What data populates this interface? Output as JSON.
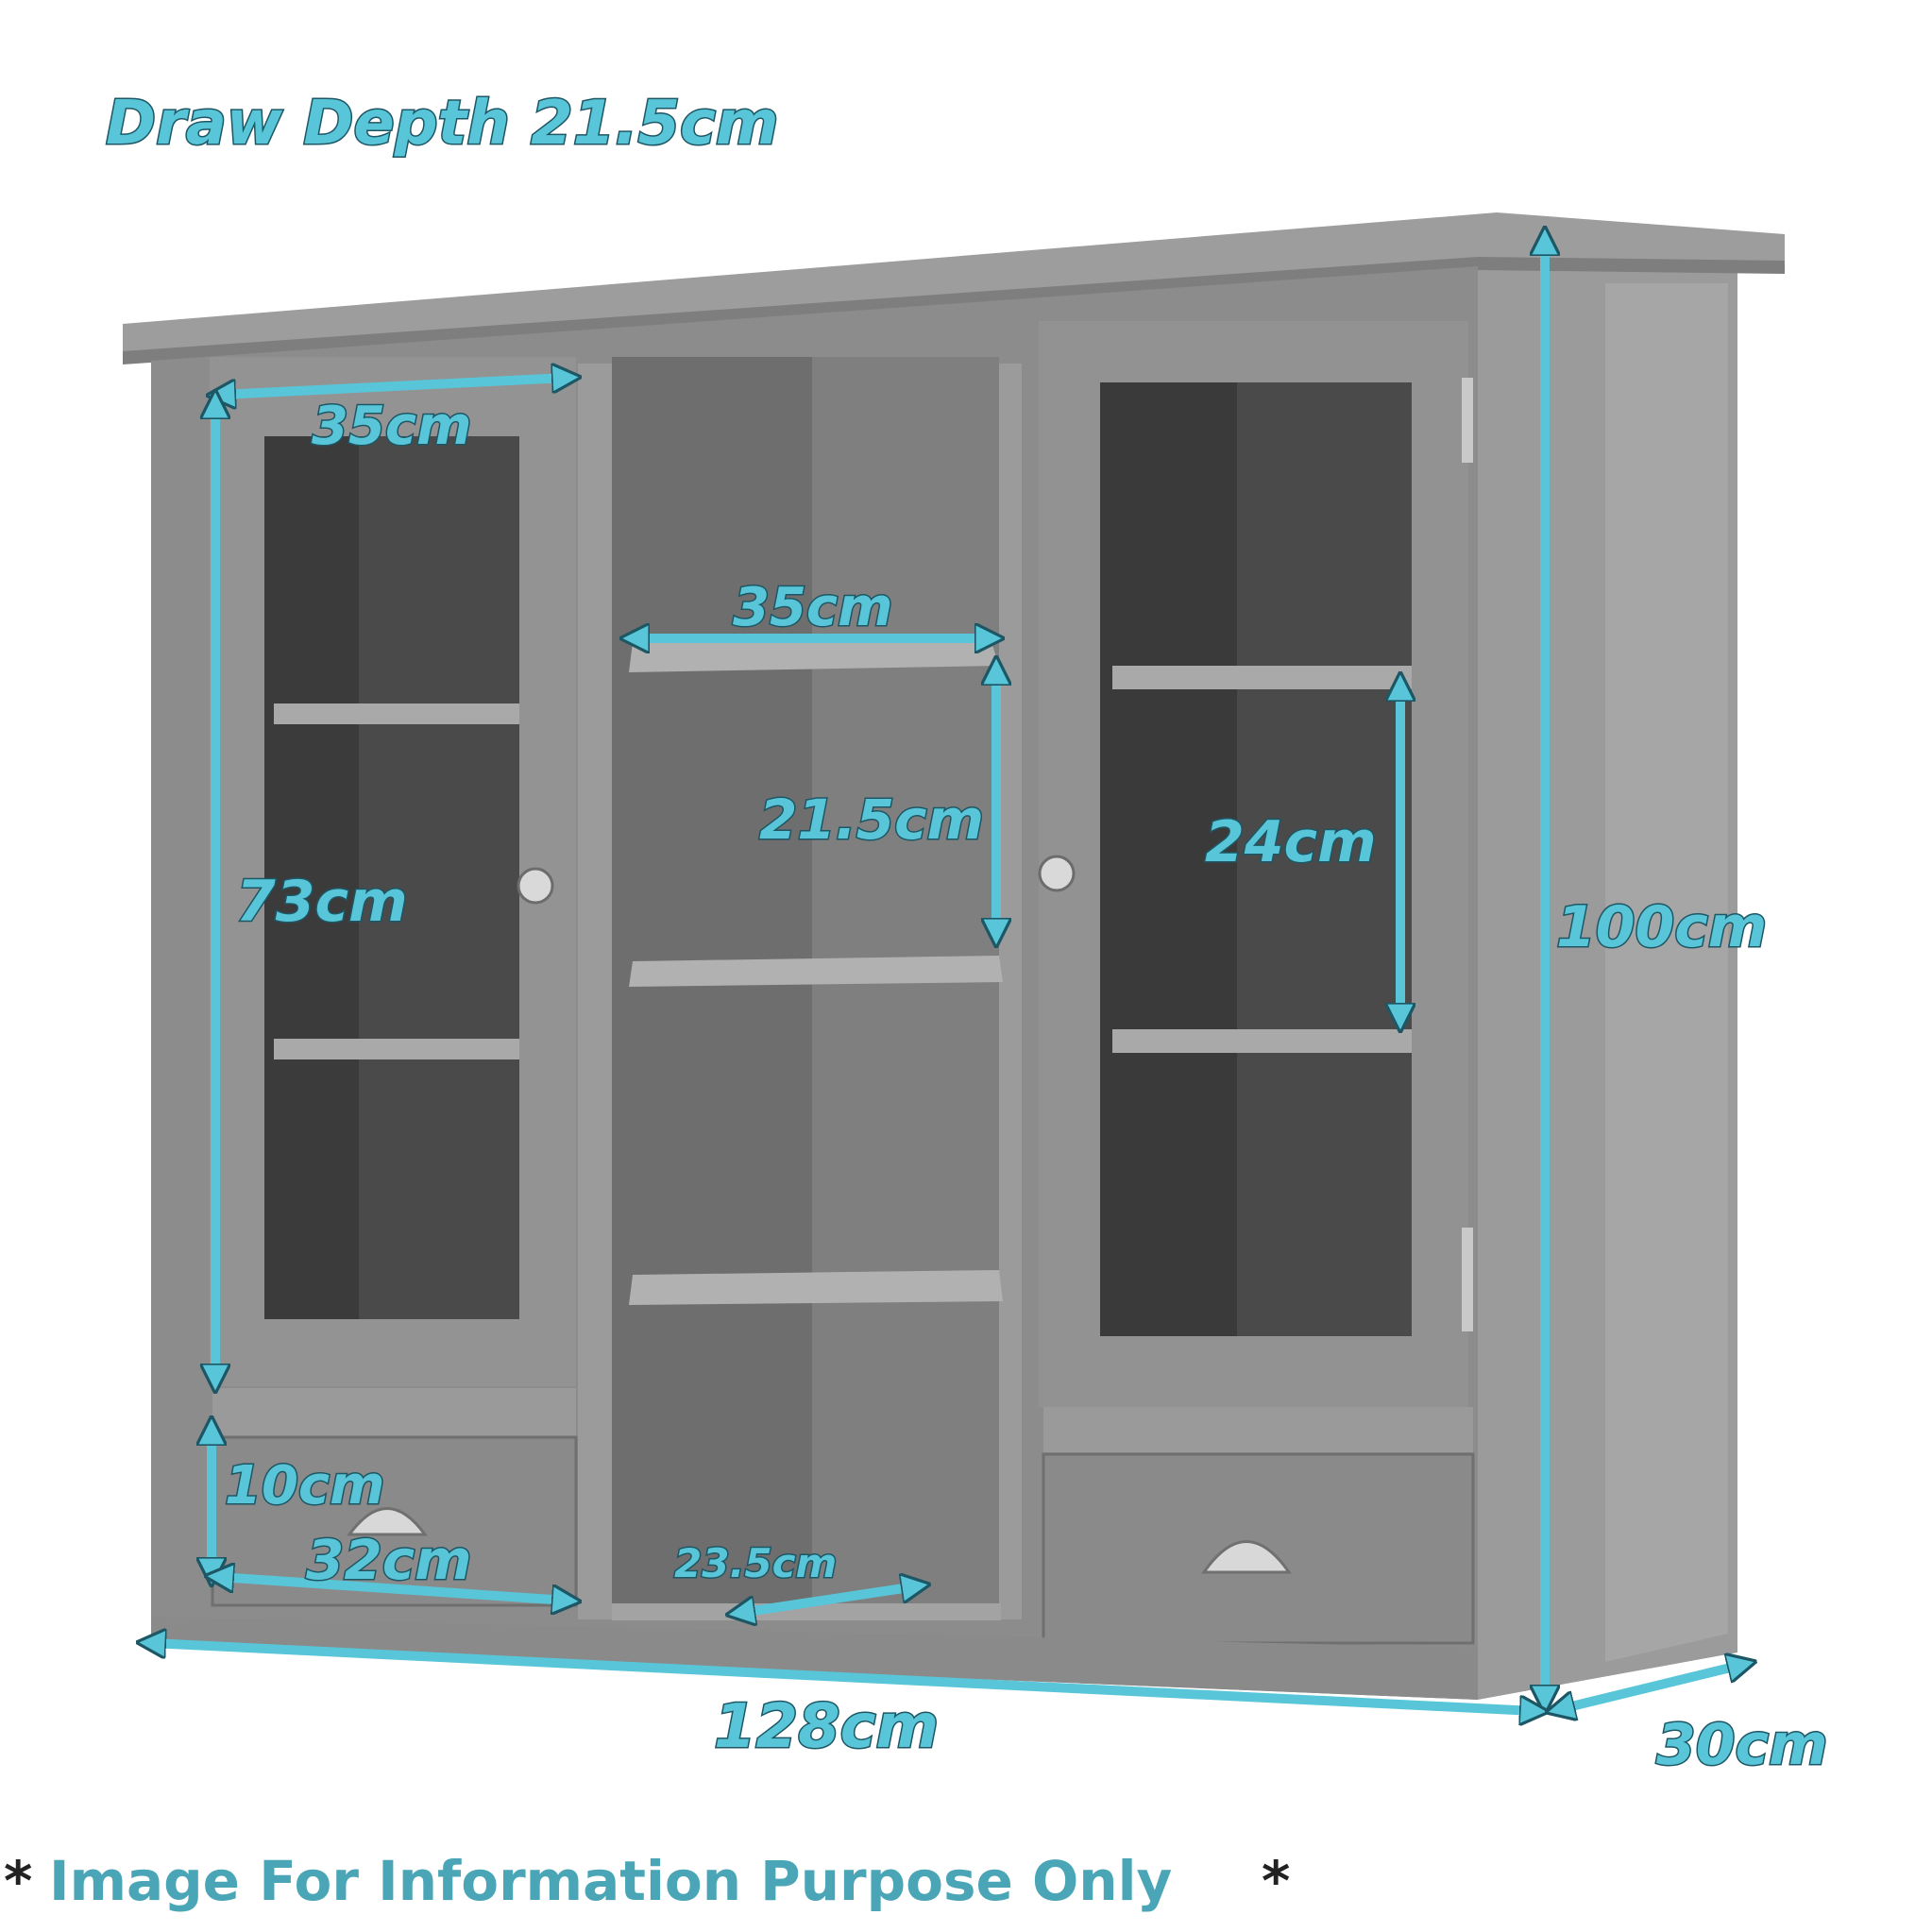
{
  "header": {
    "draw_depth": "Draw Depth 21.5cm"
  },
  "dimensions": {
    "top_left_door_width": "35cm",
    "left_door_height": "73cm",
    "drawer_height": "10cm",
    "drawer_width": "32cm",
    "center_shelf_width": "35cm",
    "center_shelf_gap": "21.5cm",
    "center_bottom_depth": "23.5cm",
    "right_shelf_gap": "24cm",
    "total_height": "100cm",
    "total_width": "128cm",
    "total_depth": "30cm"
  },
  "footer": {
    "asterisk_left": "*",
    "notice": "Image For Information Purpose Only",
    "asterisk_right": "*"
  },
  "colors": {
    "annotation": "#58c6d8",
    "annotation_outline": "#1d5664",
    "cabinet": "#8f8f8f",
    "top": "#9a9a9a"
  }
}
